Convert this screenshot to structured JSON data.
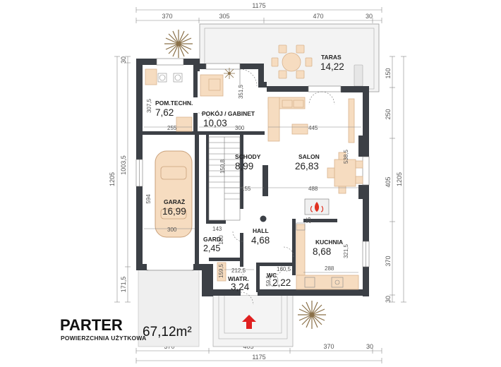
{
  "plan": {
    "title": "PARTER",
    "subtitle": "POWIERZCHNIA UŻYTKOWA",
    "total_area": "67,12m²"
  },
  "rooms": {
    "taras": {
      "name": "TARAS",
      "area": "14,22"
    },
    "pom_tech": {
      "name": "POM.TECHN.",
      "area": "7,62"
    },
    "pokoj": {
      "name": "POKÓJ / GABINET",
      "area": "10,03"
    },
    "schody": {
      "name": "SCHODY",
      "area": "8,99"
    },
    "salon": {
      "name": "SALON",
      "area": "26,83"
    },
    "garaz": {
      "name": "GARAŻ",
      "area": "16,99"
    },
    "gard": {
      "name": "GARD.",
      "area": "2,45"
    },
    "hall": {
      "name": "HALL",
      "area": "4,68"
    },
    "kuchnia": {
      "name": "KUCHNIA",
      "area": "8,68"
    },
    "wiatr": {
      "name": "WIATR.",
      "area": "3,24"
    },
    "wc": {
      "name": "WC",
      "area": "2,22"
    }
  },
  "dimensions": {
    "top_total": "1175",
    "top_1": "370",
    "top_2": "305",
    "top_3": "470",
    "top_4": "30",
    "bottom_total": "1175",
    "bottom_1": "370",
    "bottom_2": "405",
    "bottom_3": "370",
    "bottom_4": "30",
    "left_total": "1205",
    "left_1": "30",
    "left_2": "1003,5",
    "left_3": "171,5",
    "right_total": "1205",
    "right_1": "150",
    "right_2": "250",
    "right_3": "405",
    "right_4": "370",
    "right_5": "30"
  },
  "interior_dims": {
    "d307_5": "307,5",
    "d255": "255",
    "d351_5": "351,5",
    "d300a": "300",
    "d445": "445",
    "d538_5": "538,5",
    "d150_8": "150,8",
    "d155": "155",
    "d488": "488",
    "d594": "594",
    "d300b": "300",
    "d143": "143",
    "d180": "180",
    "d25": "25",
    "d321_5": "321,5",
    "d212_5": "212,5",
    "d160_5": "160,5",
    "d159_5": "159,5",
    "d59_5": "59,5",
    "d288": "288"
  },
  "colors": {
    "wall": "#3c4046",
    "furniture": "#f6dcc0",
    "entrance_arrow": "#e02020",
    "terrace_fill": "#f3f3f3"
  }
}
